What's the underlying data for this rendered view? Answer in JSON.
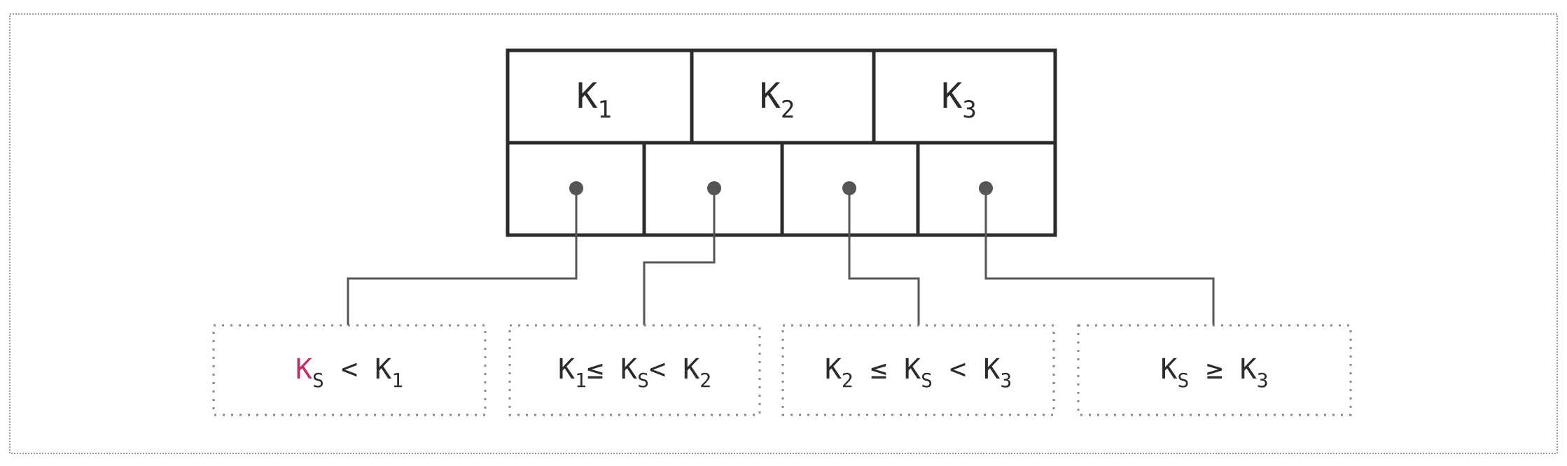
{
  "node": {
    "keys": [
      {
        "base": "K",
        "sub": "1"
      },
      {
        "base": "K",
        "sub": "2"
      },
      {
        "base": "K",
        "sub": "3"
      }
    ],
    "pointers": 4
  },
  "children": [
    {
      "parts": [
        {
          "t": "K",
          "color": "#c0306a"
        },
        {
          "t": "S",
          "sub": true
        },
        {
          "t": " < "
        },
        {
          "t": "K"
        },
        {
          "t": "1",
          "sub": true
        }
      ]
    },
    {
      "parts": [
        {
          "t": "K"
        },
        {
          "t": "1",
          "sub": true
        },
        {
          "t": "≤ "
        },
        {
          "t": "K"
        },
        {
          "t": "S",
          "sub": true
        },
        {
          "t": "< "
        },
        {
          "t": "K"
        },
        {
          "t": "2",
          "sub": true
        }
      ]
    },
    {
      "parts": [
        {
          "t": "K"
        },
        {
          "t": "2",
          "sub": true
        },
        {
          "t": " ≤ "
        },
        {
          "t": "K"
        },
        {
          "t": "S",
          "sub": true
        },
        {
          "t": " < "
        },
        {
          "t": "K"
        },
        {
          "t": "3",
          "sub": true
        }
      ]
    },
    {
      "parts": [
        {
          "t": "K"
        },
        {
          "t": "S",
          "sub": true
        },
        {
          "t": " ≥ "
        },
        {
          "t": "K"
        },
        {
          "t": "3",
          "sub": true
        }
      ]
    }
  ],
  "colors": {
    "box_border": "#2b2b2b",
    "connector": "#555555",
    "leaf_border": "#8a8a8a",
    "frame": "#9a9a9a",
    "pointer_dot": "#555555"
  }
}
